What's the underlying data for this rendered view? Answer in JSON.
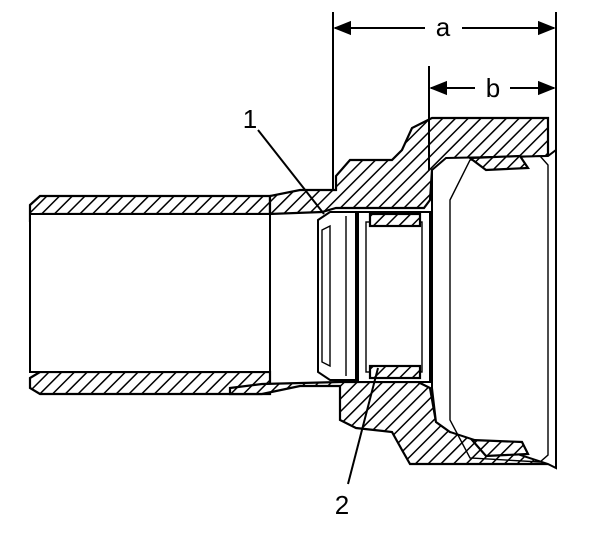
{
  "labels": {
    "dim_a": "a",
    "dim_b": "b",
    "callout_1": "1",
    "callout_2": "2"
  },
  "colors": {
    "ink": "#000000",
    "paper": "#ffffff"
  }
}
